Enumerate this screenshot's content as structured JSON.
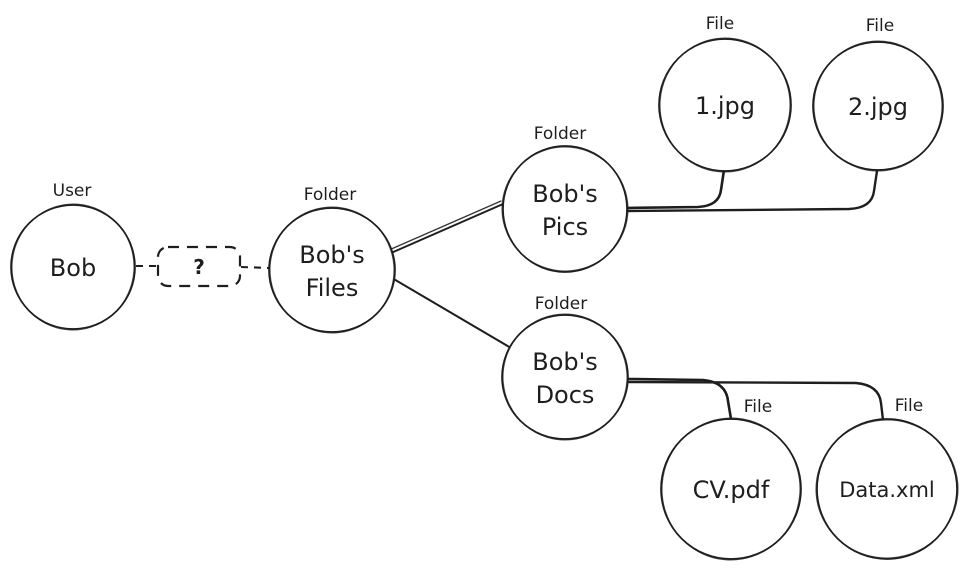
{
  "diagram": {
    "background": "#ffffff",
    "stroke_color": "#1e1e1e",
    "question_box": {
      "label": "?"
    },
    "nodes": {
      "bob": {
        "type_label": "User",
        "line1": "Bob"
      },
      "files": {
        "type_label": "Folder",
        "line1": "Bob's",
        "line2": "Files"
      },
      "pics": {
        "type_label": "Folder",
        "line1": "Bob's",
        "line2": "Pics"
      },
      "docs": {
        "type_label": "Folder",
        "line1": "Bob's",
        "line2": "Docs"
      },
      "jpg1": {
        "type_label": "File",
        "line1": "1.jpg"
      },
      "jpg2": {
        "type_label": "File",
        "line1": "2.jpg"
      },
      "cv": {
        "type_label": "File",
        "line1": "CV.pdf"
      },
      "dataxml": {
        "type_label": "File",
        "line1": "Data.xml"
      }
    },
    "edges": [
      {
        "from": "Bob",
        "to": "?",
        "style": "dashed"
      },
      {
        "from": "?",
        "to": "Bob's Files",
        "style": "dashed"
      },
      {
        "from": "Bob's Files",
        "to": "Bob's Pics",
        "style": "solid"
      },
      {
        "from": "Bob's Files",
        "to": "Bob's Docs",
        "style": "solid"
      },
      {
        "from": "Bob's Pics",
        "to": "1.jpg",
        "style": "solid"
      },
      {
        "from": "Bob's Pics",
        "to": "2.jpg",
        "style": "solid"
      },
      {
        "from": "Bob's Docs",
        "to": "CV.pdf",
        "style": "solid"
      },
      {
        "from": "Bob's Docs",
        "to": "Data.xml",
        "style": "solid"
      }
    ]
  }
}
